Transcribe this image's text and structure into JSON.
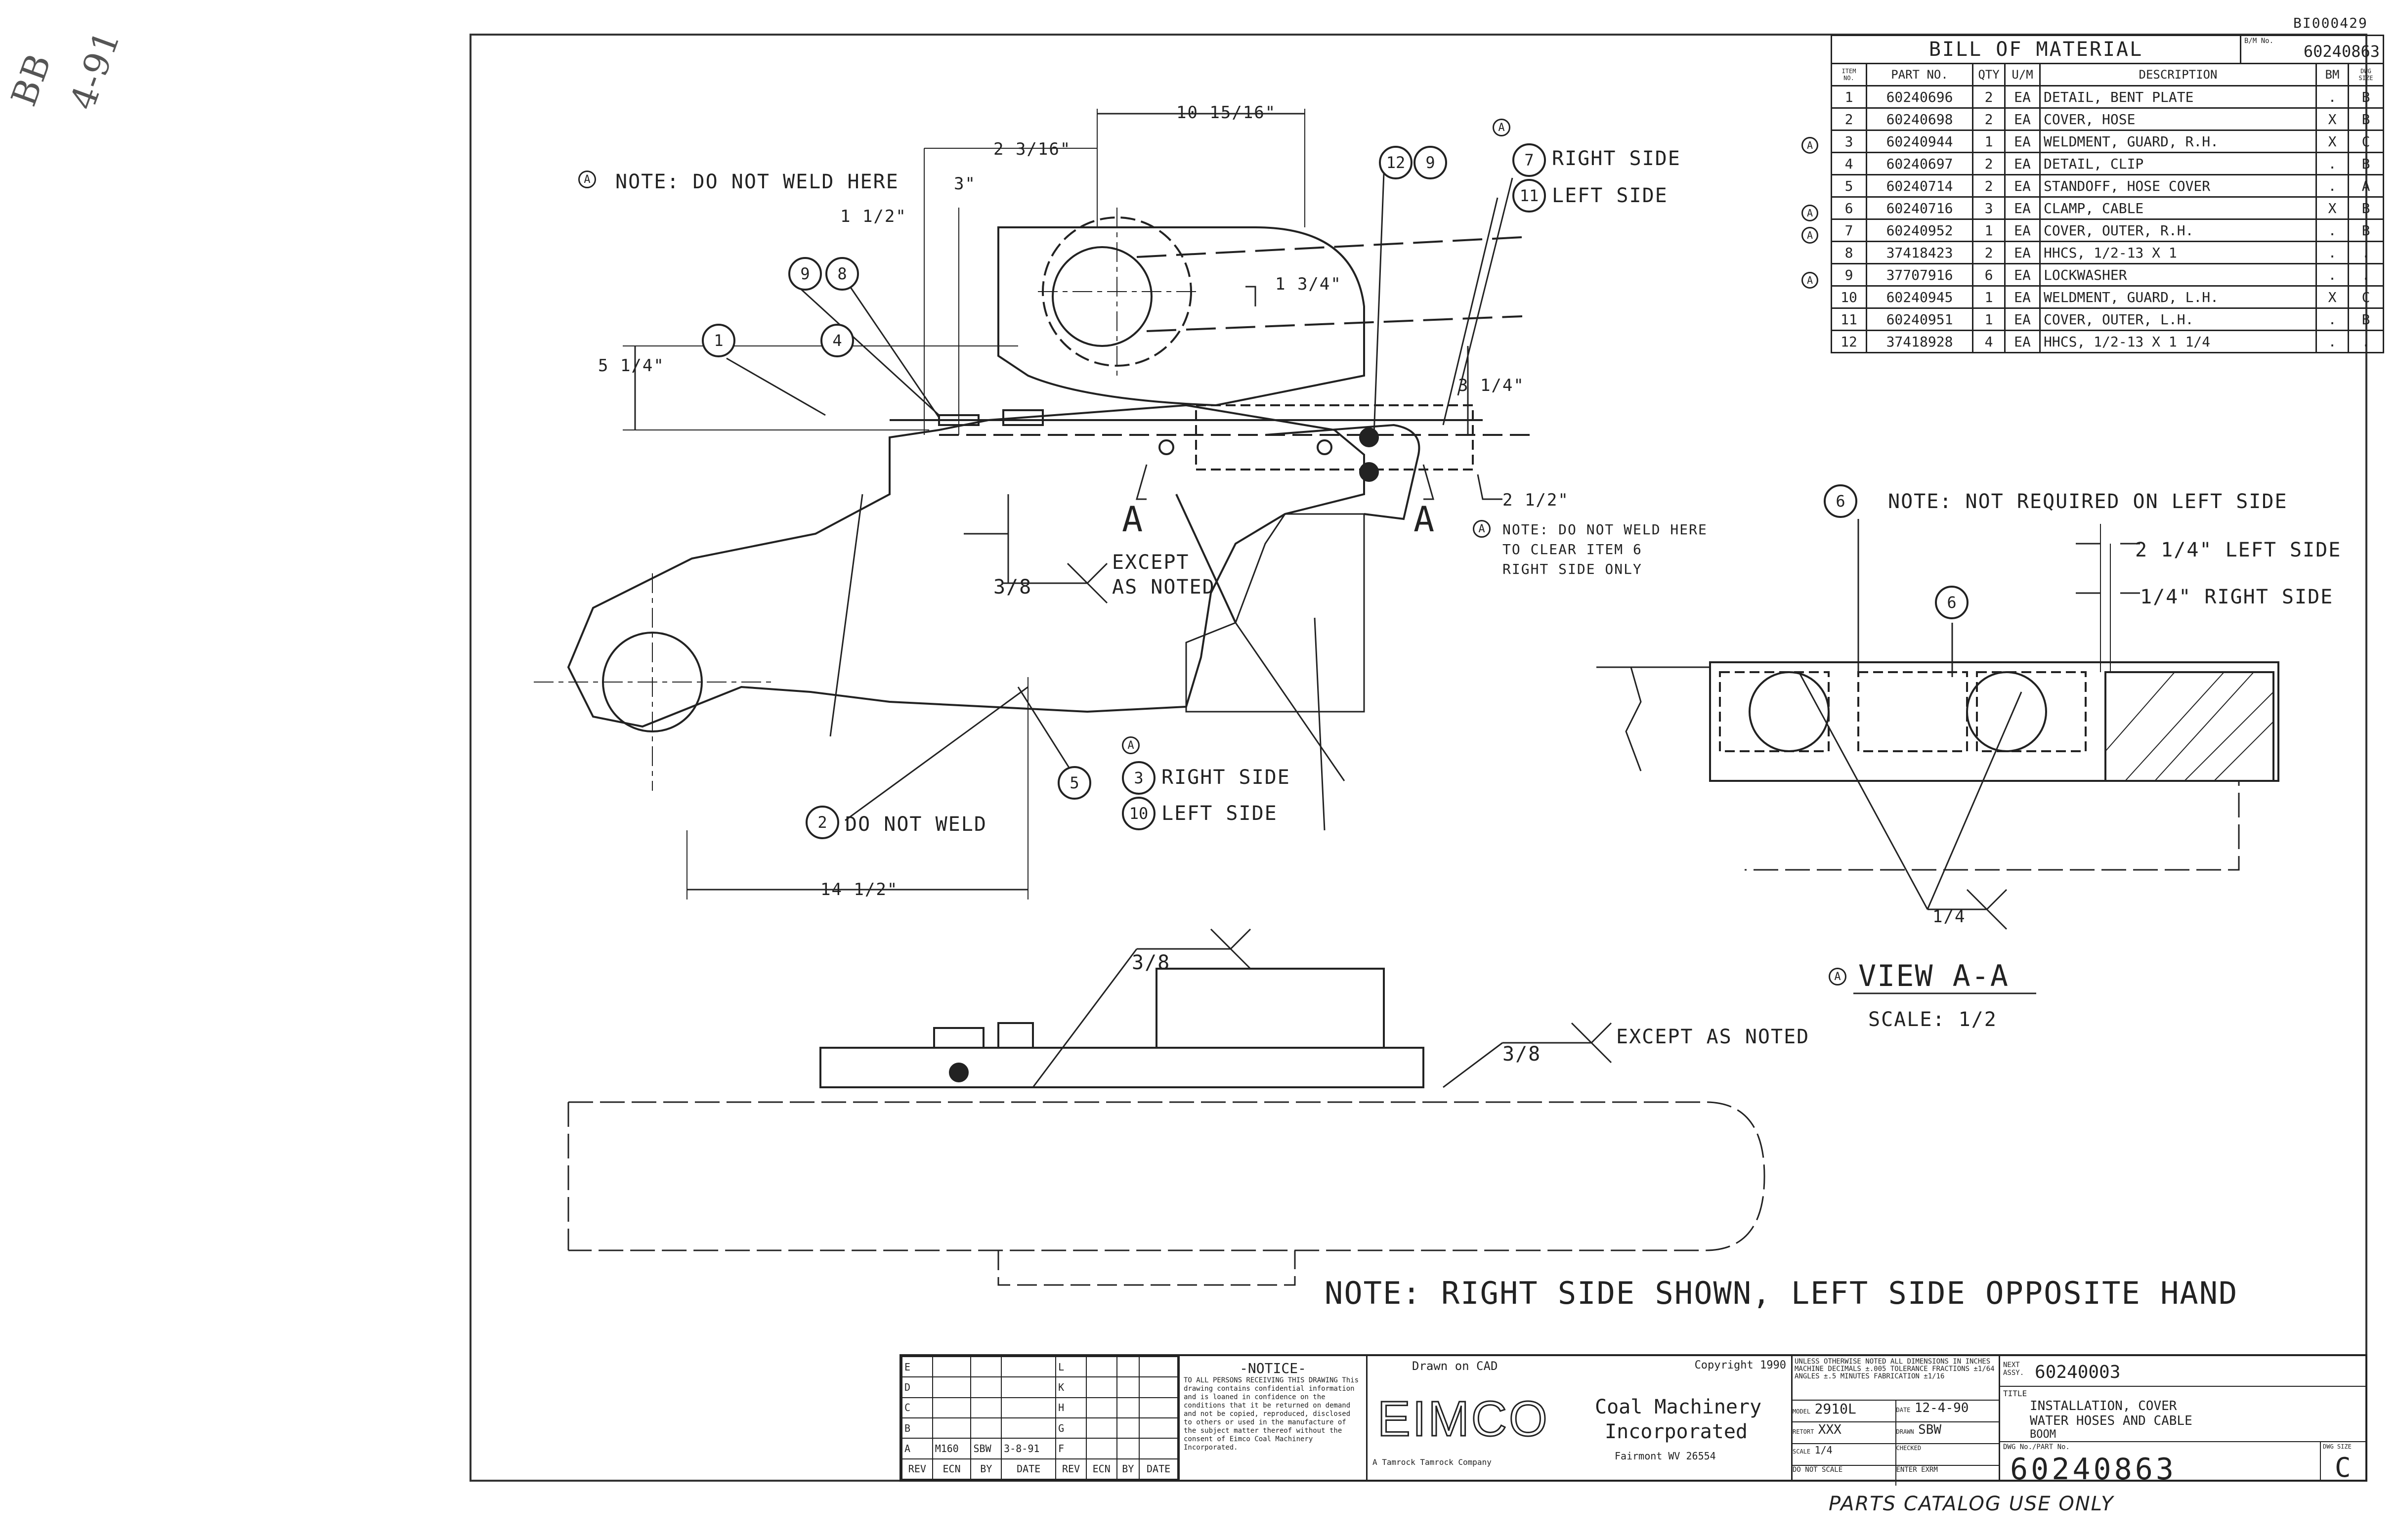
{
  "corner_id": "BI000429",
  "margin_note": "4-91",
  "margin_initials": "BB",
  "bom": {
    "title": "BILL OF MATERIAL",
    "bm_no_label": "B/M No.",
    "bm_no": "60240863",
    "headers": [
      "ITEM NO.",
      "PART NO.",
      "QTY",
      "U/M",
      "DESCRIPTION",
      "BM",
      "DWG SIZE"
    ],
    "rows": [
      {
        "flag": "",
        "item": "1",
        "part": "60240696",
        "qty": "2",
        "um": "EA",
        "desc": "DETAIL, BENT PLATE",
        "bm": ".",
        "size": "B"
      },
      {
        "flag": "",
        "item": "2",
        "part": "60240698",
        "qty": "2",
        "um": "EA",
        "desc": "COVER, HOSE",
        "bm": "X",
        "size": "B"
      },
      {
        "flag": "A",
        "item": "3",
        "part": "60240944",
        "qty": "1",
        "um": "EA",
        "desc": "WELDMENT, GUARD, R.H.",
        "bm": "X",
        "size": "C"
      },
      {
        "flag": "",
        "item": "4",
        "part": "60240697",
        "qty": "2",
        "um": "EA",
        "desc": "DETAIL, CLIP",
        "bm": ".",
        "size": "B"
      },
      {
        "flag": "",
        "item": "5",
        "part": "60240714",
        "qty": "2",
        "um": "EA",
        "desc": "STANDOFF, HOSE COVER",
        "bm": ".",
        "size": "A"
      },
      {
        "flag": "A",
        "item": "6",
        "part": "60240716",
        "qty": "3",
        "um": "EA",
        "desc": "CLAMP, CABLE",
        "bm": "X",
        "size": "B"
      },
      {
        "flag": "A",
        "item": "7",
        "part": "60240952",
        "qty": "1",
        "um": "EA",
        "desc": "COVER, OUTER, R.H.",
        "bm": ".",
        "size": "B"
      },
      {
        "flag": "",
        "item": "8",
        "part": "37418423",
        "qty": "2",
        "um": "EA",
        "desc": "HHCS, 1/2-13 X 1",
        "bm": ".",
        "size": "."
      },
      {
        "flag": "A",
        "item": "9",
        "part": "37707916",
        "qty": "6",
        "um": "EA",
        "desc": "LOCKWASHER",
        "bm": ".",
        "size": "."
      },
      {
        "flag": "",
        "item": "10",
        "part": "60240945",
        "qty": "1",
        "um": "EA",
        "desc": "WELDMENT, GUARD, L.H.",
        "bm": "X",
        "size": "C"
      },
      {
        "flag": "",
        "item": "11",
        "part": "60240951",
        "qty": "1",
        "um": "EA",
        "desc": "COVER, OUTER, L.H.",
        "bm": ".",
        "size": "B"
      },
      {
        "flag": "",
        "item": "12",
        "part": "37418928",
        "qty": "4",
        "um": "EA",
        "desc": "HHCS, 1/2-13 X 1 1/4",
        "bm": ".",
        "size": "."
      }
    ]
  },
  "dims": {
    "d10_15_16": "10 15/16\"",
    "d2_3_16": "2 3/16\"",
    "d3": "3\"",
    "d1_1_2": "1 1/2\"",
    "d1_3_4": "1 3/4\"",
    "d5_1_4": "5 1/4\"",
    "d3_1_4": "3 1/4\"",
    "d2_1_2": "2 1/2\"",
    "d14_1_2": "14 1/2\"",
    "d2_1_4_left": "2 1/4\" LEFT SIDE",
    "d1_4_right": "1/4\" RIGHT SIDE"
  },
  "notes": {
    "no_weld_here": "NOTE: DO NOT WELD HERE",
    "right_side": "RIGHT SIDE",
    "left_side": "LEFT SIDE",
    "no_weld_clear_1": "NOTE: DO NOT WELD HERE",
    "no_weld_clear_2": "TO CLEAR ITEM 6",
    "no_weld_clear_3": "RIGHT SIDE ONLY",
    "except_1": "EXCEPT",
    "except_2": "AS NOTED",
    "weld_38": "3/8",
    "weld_14": "1/4",
    "do_not_weld": "DO NOT WELD",
    "section_a": "A",
    "not_required": "NOTE: NOT REQUIRED ON LEFT SIDE",
    "view_aa": "VIEW A-A",
    "scale": "SCALE: 1/2",
    "except_as_noted": "EXCEPT AS NOTED",
    "opposite_hand": "NOTE: RIGHT SIDE SHOWN, LEFT SIDE OPPOSITE HAND",
    "flag": "A"
  },
  "title_block": {
    "rev_letters_left": [
      "E",
      "D",
      "C",
      "B",
      "A"
    ],
    "rev_letters_right": [
      "L",
      "K",
      "H",
      "G",
      "F"
    ],
    "rev_a_ecn": "M160",
    "rev_a_by": "SBW",
    "rev_a_date": "3-8-91",
    "rev_headers": [
      "REV",
      "ECN",
      "BY",
      "DATE",
      "REV",
      "ECN",
      "BY",
      "DATE"
    ],
    "notice_title": "-NOTICE-",
    "notice_text": "TO ALL PERSONS RECEIVING THIS DRAWING This drawing contains confidential information and is loaned in confidence on the conditions that it be returned on demand and not be copied, reproduced, disclosed to others or used in the manufacture of the subject matter thereof without the consent of Eimco Coal Machinery Incorporated.",
    "drawn_on": "Drawn on CAD",
    "copyright": "Copyright 1990",
    "company_logo": "EIMCO",
    "company_1": "Coal Machinery",
    "company_2": "Incorporated",
    "company_city": "Fairmont WV 26554",
    "company_sub": "A Tamrock Tamrock Company",
    "tolerance_text": "UNLESS OTHERWISE NOTED ALL DIMENSIONS IN INCHES MACHINE DECIMALS ±.005 TOLERANCE FRACTIONS ±1/64 ANGLES ±.5 MINUTES FABRICATION ±1/16",
    "model_label": "MODEL",
    "model": "2910L",
    "date_label": "DATE",
    "date": "12-4-90",
    "retort_label": "RETORT",
    "retort": "XXX",
    "drawn_label": "DRAWN",
    "drawn": "SBW",
    "scale_label": "SCALE",
    "scale": "1/4",
    "checked_label": "CHECKED",
    "do_not_scale": "DO NOT SCALE",
    "enter_label": "ENTER EXRM",
    "next_assy_label": "NEXT ASSY.",
    "next_assy": "60240003",
    "title_label": "TITLE",
    "title_1": "INSTALLATION, COVER",
    "title_2": "WATER HOSES AND CABLE",
    "title_3": "BOOM",
    "dwg_no_label": "DWG No./PART No.",
    "dwg_no": "60240863",
    "dwg_size_label": "DWG SIZE",
    "dwg_size": "C"
  },
  "footer": "PARTS CATALOG USE ONLY"
}
